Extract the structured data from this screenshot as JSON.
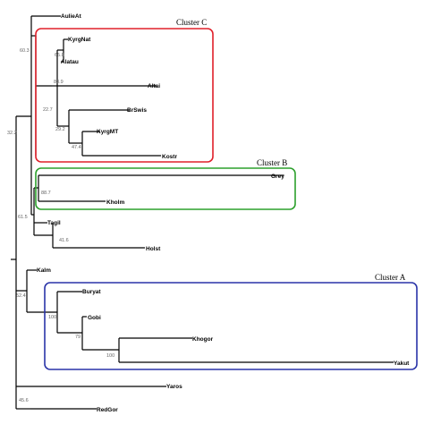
{
  "tree": {
    "leaves": [
      {
        "id": "aulieat",
        "name": "AulieAt"
      },
      {
        "id": "kyrgnat",
        "name": "KyrgNat"
      },
      {
        "id": "alatau",
        "name": "Alatau"
      },
      {
        "id": "altai",
        "name": "Altai"
      },
      {
        "id": "brswis",
        "name": "BrSwis"
      },
      {
        "id": "kyrgmt",
        "name": "KyrgMT"
      },
      {
        "id": "kostr",
        "name": "Kostr"
      },
      {
        "id": "grey",
        "name": "Grey"
      },
      {
        "id": "kholm",
        "name": "Kholm"
      },
      {
        "id": "tagil",
        "name": "Tagil"
      },
      {
        "id": "holst",
        "name": "Holst"
      },
      {
        "id": "kalm",
        "name": "Kalm"
      },
      {
        "id": "buryat",
        "name": "Buryat"
      },
      {
        "id": "gobi",
        "name": "Gobi"
      },
      {
        "id": "khogor",
        "name": "Khogor"
      },
      {
        "id": "yakut",
        "name": "Yakut"
      },
      {
        "id": "yaros",
        "name": "Yaros"
      },
      {
        "id": "redgor",
        "name": "RedGor"
      }
    ],
    "bootstrap": [
      {
        "id": "b_root",
        "value": "32.2"
      },
      {
        "id": "b_aulie",
        "value": "60.3"
      },
      {
        "id": "b_kyrgnat_alatau",
        "value": "65.8"
      },
      {
        "id": "b_c1",
        "value": "83.9"
      },
      {
        "id": "b_c2",
        "value": "22.7"
      },
      {
        "id": "b_c3",
        "value": "29.2"
      },
      {
        "id": "b_c4",
        "value": "47.4"
      },
      {
        "id": "b_b",
        "value": "88.7"
      },
      {
        "id": "b_mid",
        "value": "61.5"
      },
      {
        "id": "b_tagil",
        "value": "41.6"
      },
      {
        "id": "b_kalm",
        "value": "52.4"
      },
      {
        "id": "b_a1",
        "value": "100"
      },
      {
        "id": "b_a2",
        "value": "79"
      },
      {
        "id": "b_a3",
        "value": "100"
      },
      {
        "id": "b_yaros",
        "value": "45.6"
      }
    ]
  },
  "clusters": [
    {
      "id": "c",
      "label": "Cluster C",
      "color": "#e0202a"
    },
    {
      "id": "b",
      "label": "Cluster B",
      "color": "#2ca02c"
    },
    {
      "id": "a",
      "label": "Cluster A",
      "color": "#2a34a8"
    }
  ]
}
